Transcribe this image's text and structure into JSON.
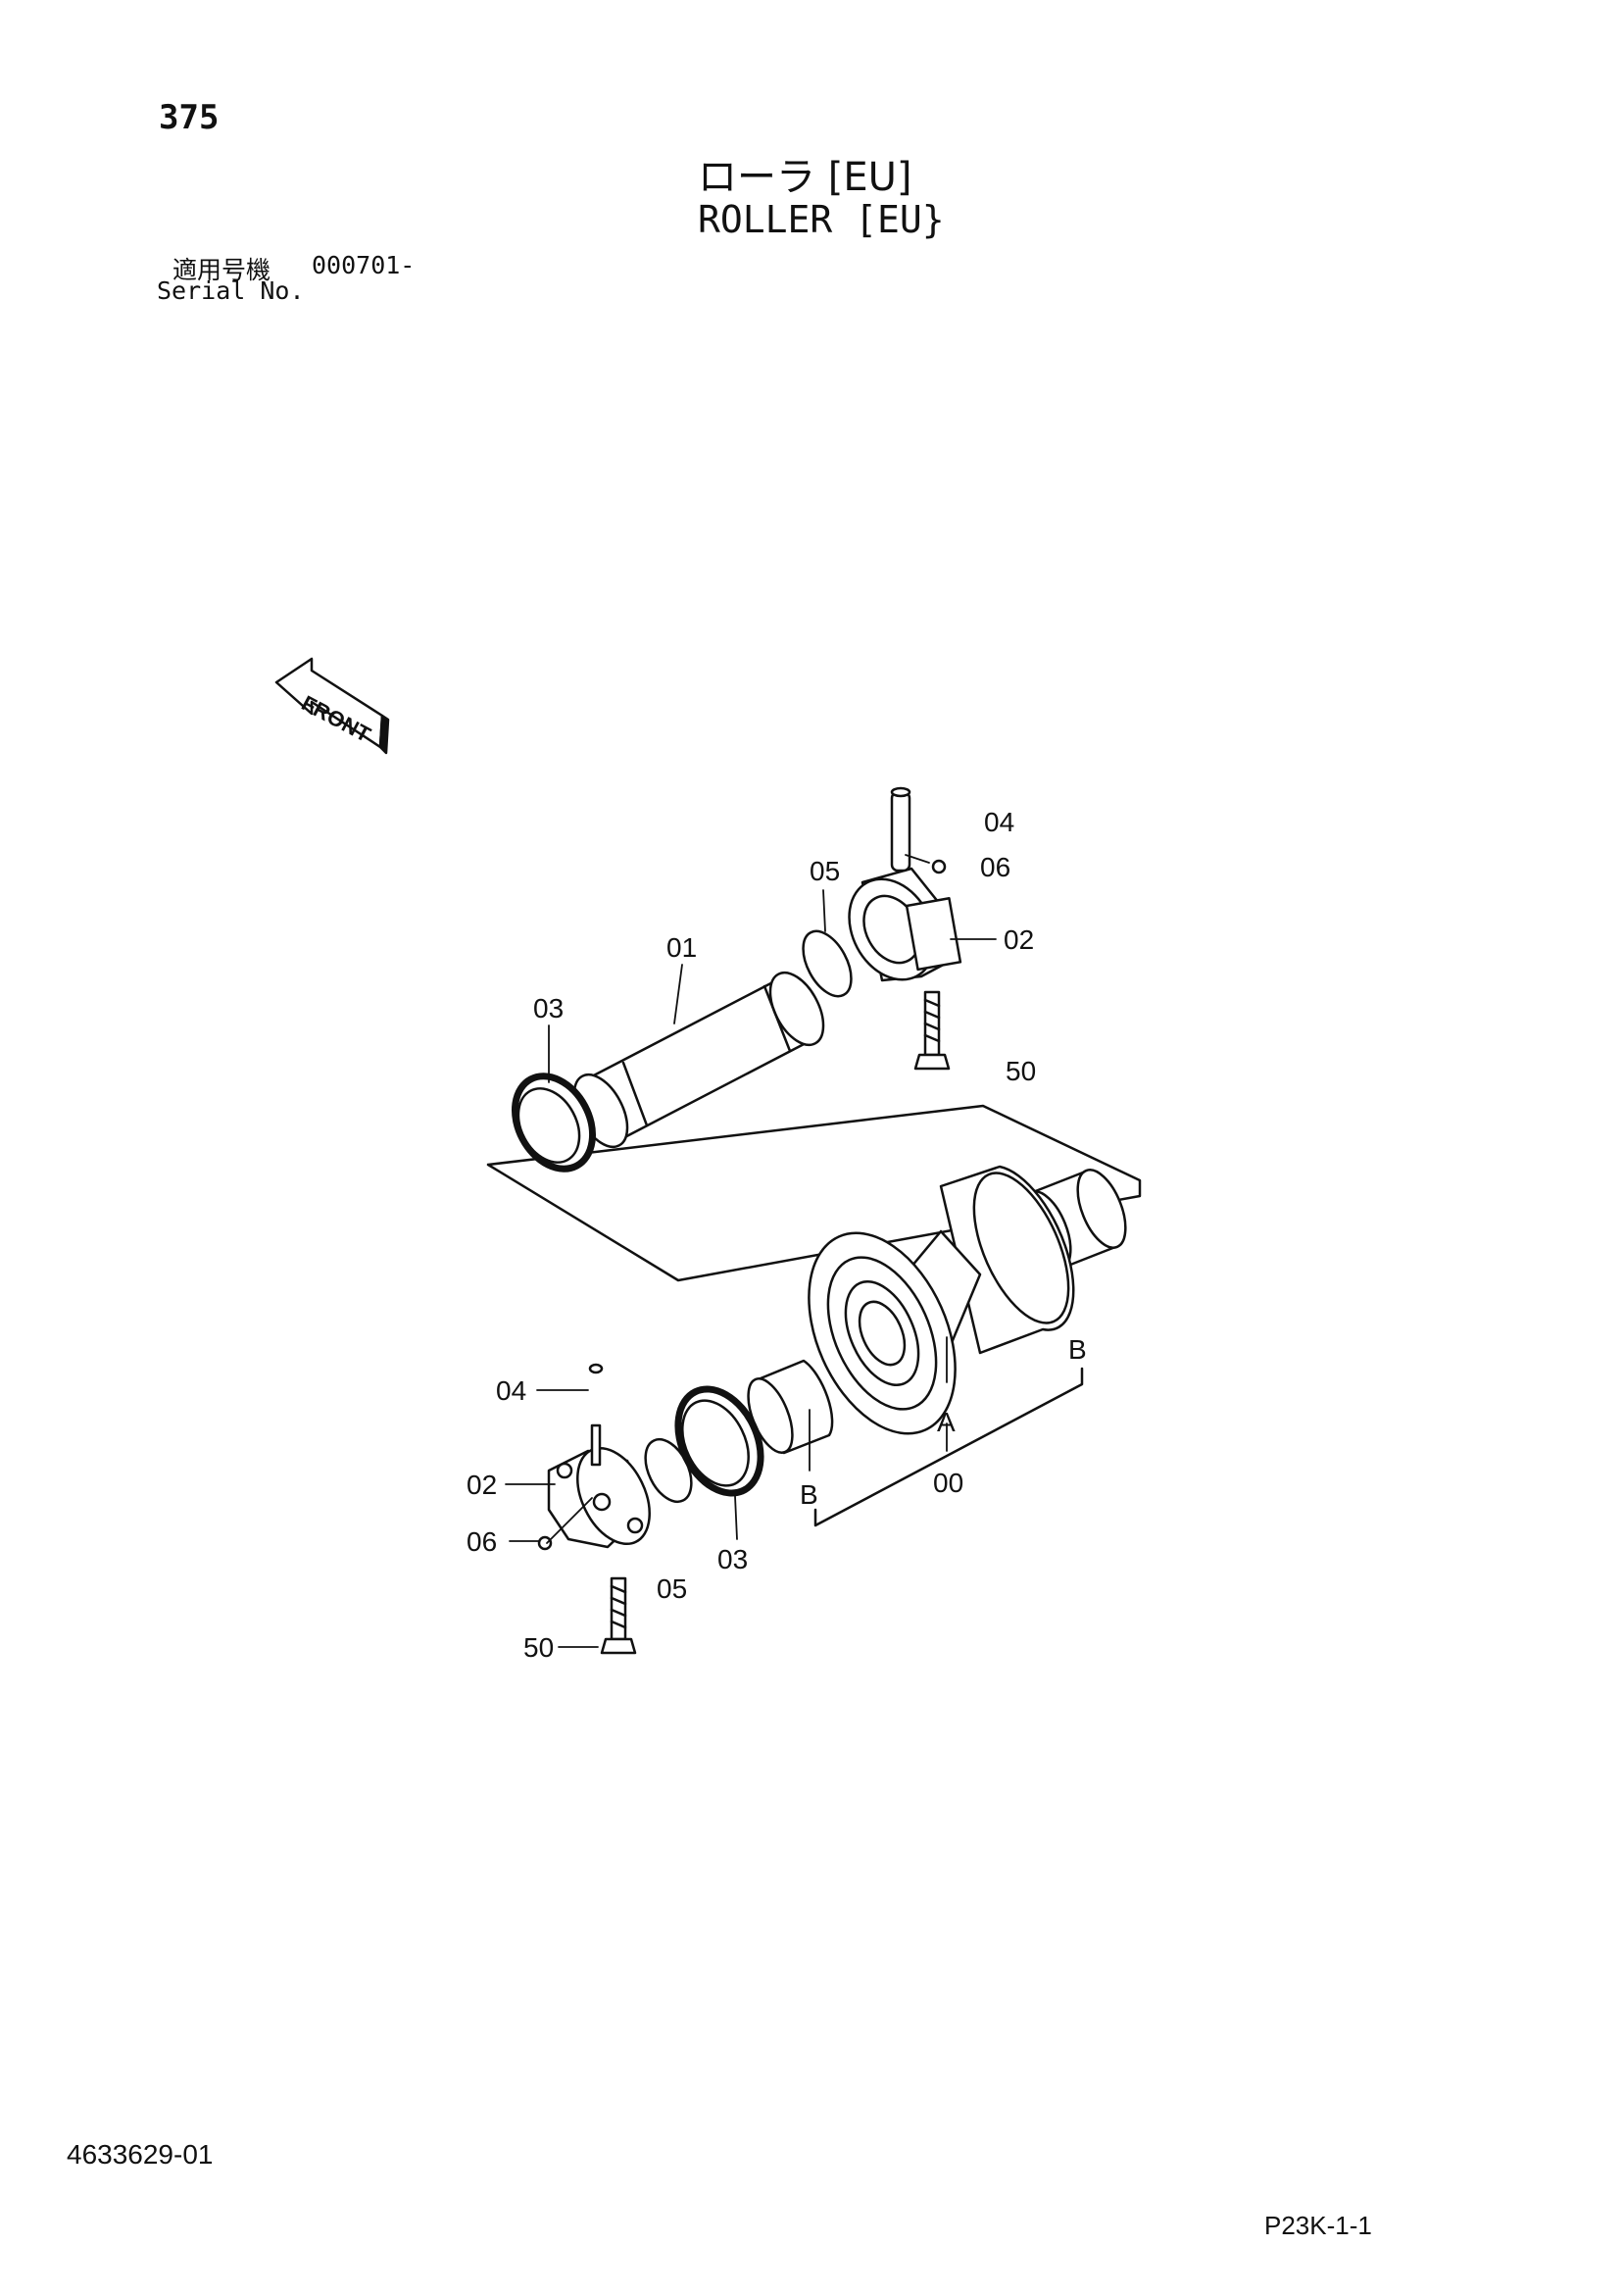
{
  "header": {
    "page_number": "375",
    "title_jp": "ローラ [EU]",
    "title_en": "ROLLER [EU}",
    "serial_label_jp": "適用号機",
    "serial_number": "000701-",
    "serial_label_en": "Serial No."
  },
  "front_arrow": {
    "label": "FRONT"
  },
  "callouts": {
    "c01": "01",
    "c03_top": "03",
    "c05_top": "05",
    "c04_top": "04",
    "c06_top": "06",
    "c02_top": "02",
    "c50_top": "50",
    "cB_right": "B",
    "cA": "A",
    "c00": "00",
    "cB_left": "B",
    "c04_bottom": "04",
    "c02_bottom": "02",
    "c06_bottom": "06",
    "c03_bottom": "03",
    "c05_bottom": "05",
    "c50_bottom": "50"
  },
  "footer": {
    "doc_number": "4633629-01",
    "page_code": "P23K-1-1"
  }
}
